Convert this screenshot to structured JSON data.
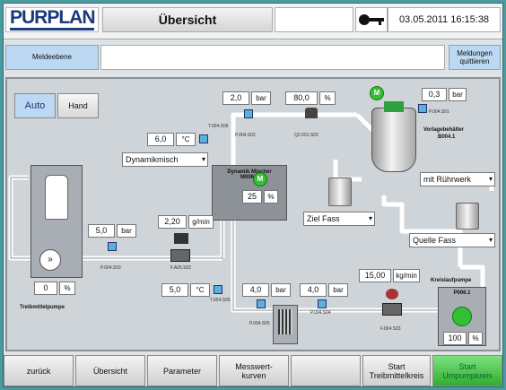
{
  "header": {
    "logo": "PURPLAN",
    "title": "Übersicht",
    "datetime": "03.05.2011 16:15:38"
  },
  "messages": {
    "level_label": "Meldeebene",
    "ack_label": "Meldungen quittieren"
  },
  "mode": {
    "auto": "Auto",
    "hand": "Hand"
  },
  "process": {
    "temp_top": {
      "value": "6,0",
      "unit": "°C"
    },
    "mixer_select": "Dynamikmisch",
    "pressure_top": {
      "value": "2,0",
      "unit": "bar"
    },
    "valve_top_pct": {
      "value": "80,0",
      "unit": "%"
    },
    "tank_pressure": {
      "value": "0,3",
      "unit": "bar"
    },
    "tank_label": "Vorlagebehälter",
    "tank_id": "B004.1",
    "stirrer_select": "mit Rührwerk",
    "mixer_label": "Dynamik Mischer",
    "mixer_id": "M006.1",
    "mixer_pct": {
      "value": "25",
      "unit": "%"
    },
    "ziel_select": "Ziel Fass",
    "quelle_select": "Quelle Fass",
    "pump_left_pressure": {
      "value": "5,0",
      "unit": "bar"
    },
    "flow": {
      "value": "2,20",
      "unit": "g/min"
    },
    "pump_left_pct": {
      "value": "0",
      "unit": "%"
    },
    "pump_left_label": "Treibmittelpumpe",
    "temp_bottom": {
      "value": "5,0",
      "unit": "°C"
    },
    "pressure_bottom1": {
      "value": "4,0",
      "unit": "bar"
    },
    "pressure_bottom2": {
      "value": "4,0",
      "unit": "bar"
    },
    "flow_right": {
      "value": "15,00",
      "unit": "kg/min"
    },
    "pump_right_label": "Kreislaufpumpe",
    "pump_right_id": "P006.1",
    "pump_right_pct": {
      "value": "100",
      "unit": "%"
    },
    "motor_letter": "M"
  },
  "nav": {
    "back": "zurück",
    "overview": "Übersicht",
    "params": "Parameter",
    "curves": "Messwert-\nkurven",
    "start_drive": "Start\nTreibmittelkreis",
    "start_pump": "Start\nUmpumpkreis"
  },
  "colors": {
    "frame": "#4a9aa0",
    "active": "#34c034",
    "sensor": "#5ab0e0",
    "logo": "#1a3a7a"
  }
}
